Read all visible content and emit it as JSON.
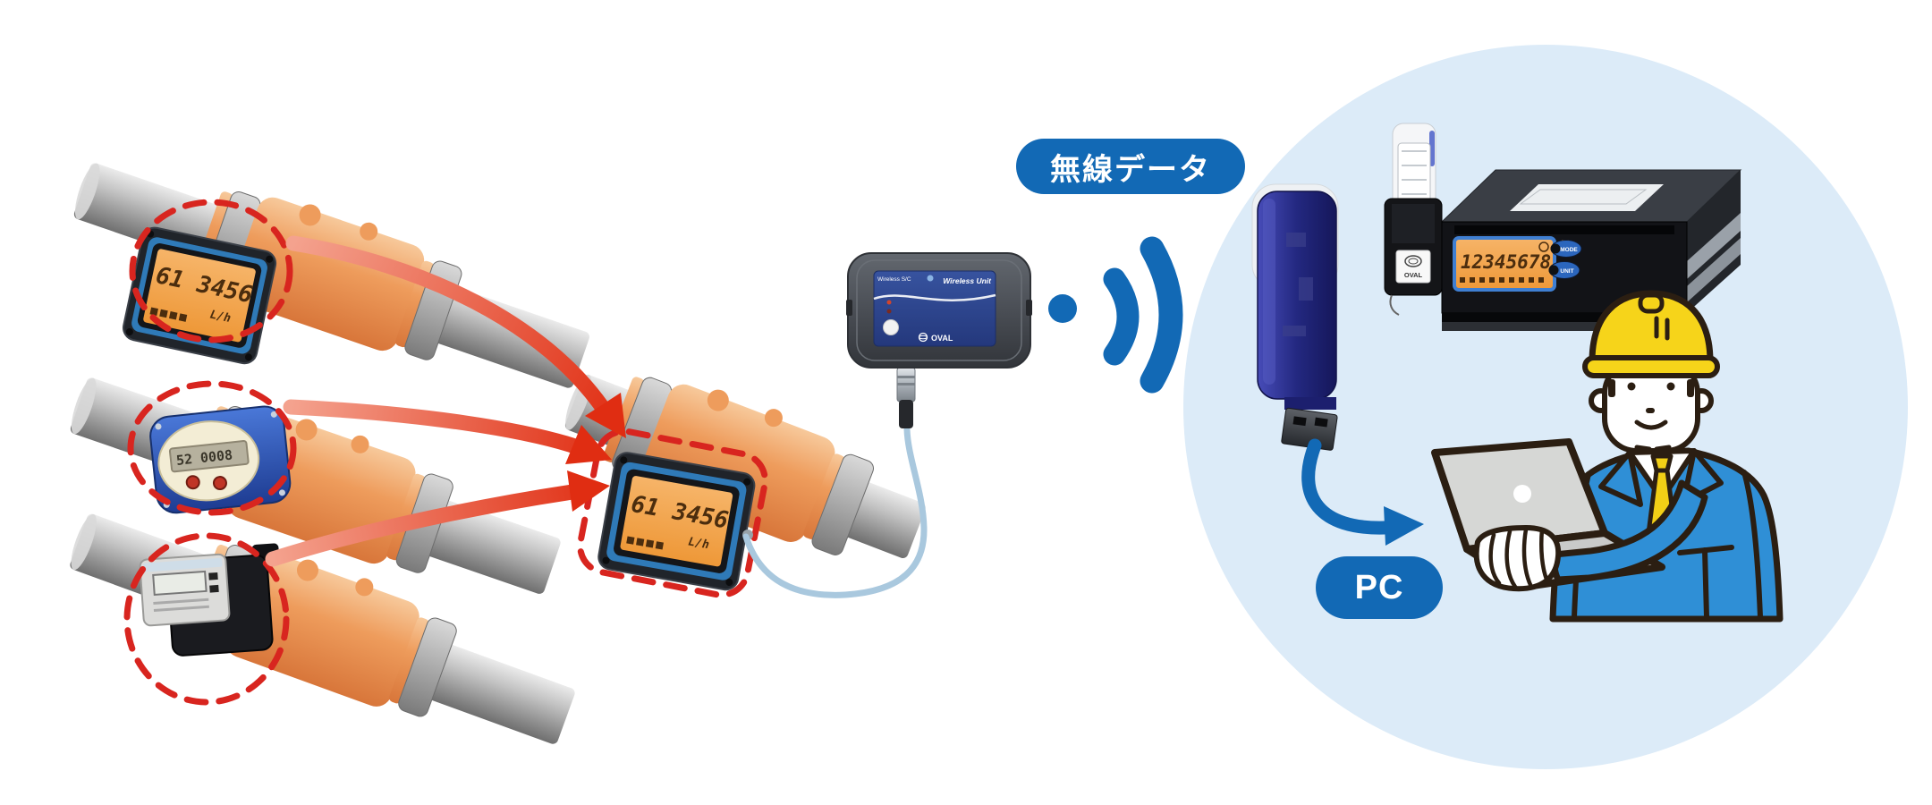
{
  "palette": {
    "blue": "#1269b5",
    "zone_circle": "#dcebf8",
    "arrow_red": "#e0301c",
    "dashed_red": "#d8251f",
    "cable": "#a9c8de",
    "lcd_orange": "#f2a449",
    "meter_body_orange": "#e8914f",
    "helmet_yellow": "#f6d41a",
    "jacket_blue": "#2f8fd6"
  },
  "labels": {
    "wireless_data": "無線データ",
    "pc": "PC"
  },
  "wireless_unit": {
    "model_label": "Wireless S/C",
    "title": "Wireless Unit",
    "brand": "OVAL"
  },
  "meters": {
    "source1": {
      "value": "61 3456",
      "unit": "L/h"
    },
    "source2": {
      "value": "52 0008"
    },
    "central": {
      "value": "61 3456",
      "unit": "L/h"
    }
  },
  "panel_meter": {
    "display": "12345678",
    "buttons": [
      "MODE",
      "UNIT"
    ],
    "usb_brand": "OVAL"
  }
}
